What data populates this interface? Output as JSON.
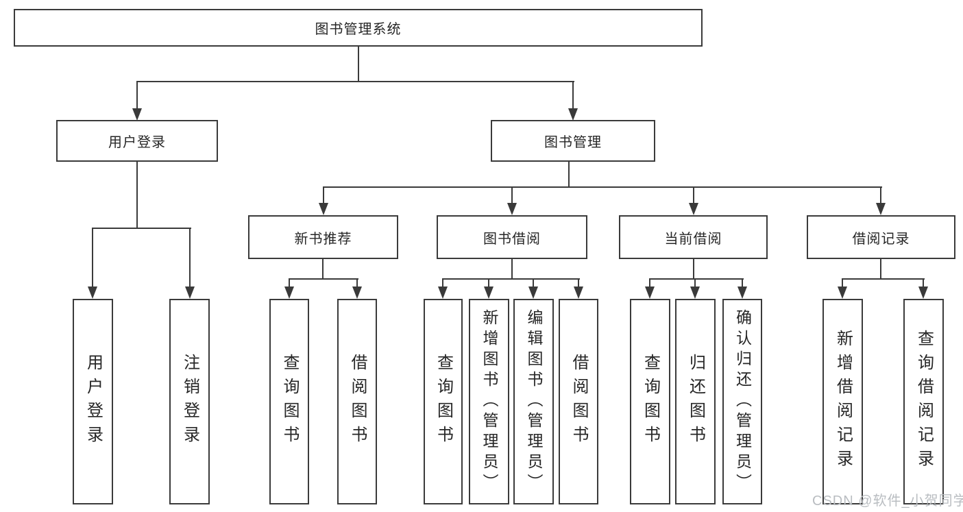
{
  "diagram": {
    "title": "图书管理系统",
    "level2": {
      "user_login": "用户登录",
      "book_mgmt": "图书管理"
    },
    "level3": {
      "new_book": "新书推荐",
      "borrow": "图书借阅",
      "current": "当前借阅",
      "record": "借阅记录"
    },
    "leaves": {
      "login1": "用户登录",
      "login2": "注销登录",
      "new1": "查询图书",
      "new2": "借阅图书",
      "borrow1": "查询图书",
      "borrow2": "新增图书（管理员）",
      "borrow3": "编辑图书（管理员）",
      "borrow4": "借阅图书",
      "current1": "查询图书",
      "current2": "归还图书",
      "current3": "确认归还（管理员）",
      "record1": "新增借阅记录",
      "record2": "查询借阅记录"
    },
    "watermark": "CSDN @软件_小贺同学",
    "colors": {
      "line": "#3a3a3a",
      "text": "#262626",
      "watermark": "#b9bdc1",
      "background": "#ffffff"
    }
  }
}
